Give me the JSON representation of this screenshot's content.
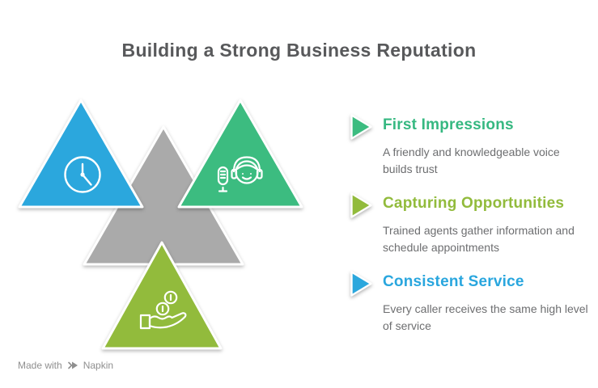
{
  "title": "Building a Strong Business Reputation",
  "colors": {
    "blue": "#2BA7DD",
    "green": "#3CBC80",
    "lime": "#92BB3C",
    "gray": "#AAAAAA",
    "title_text": "#58595B",
    "body_text": "#6D6E70",
    "legend_title_green": "#36B881",
    "legend_title_lime": "#92BB3C",
    "legend_title_blue": "#29A6DE",
    "watermark_text": "#8F8F8F",
    "icon_stroke": "#FFFFFF"
  },
  "diagram": {
    "triangles": [
      {
        "id": "center",
        "color": "#AAAAAA",
        "icon": null
      },
      {
        "id": "consistent-service",
        "color": "#2BA7DD",
        "icon": "clock-icon"
      },
      {
        "id": "first-impressions",
        "color": "#3CBC80",
        "icon": "headset-agent-icon"
      },
      {
        "id": "capturing-opportunities",
        "color": "#92BB3C",
        "icon": "hand-coins-icon"
      }
    ]
  },
  "legend": {
    "items": [
      {
        "title": "First Impressions",
        "description": "A friendly and knowledgeable voice builds trust",
        "color": "#3CBC80",
        "marker": "arrow-right-icon"
      },
      {
        "title": "Capturing Opportunities",
        "description": "Trained agents gather information and schedule appointments",
        "color": "#92BB3C",
        "marker": "arrow-right-icon"
      },
      {
        "title": "Consistent Service",
        "description": "Every caller receives the same high level of service",
        "color": "#2BA7DD",
        "marker": "arrow-right-icon"
      }
    ]
  },
  "watermark": {
    "prefix": "Made with",
    "brand": "Napkin",
    "icon": "napkin-logo-icon"
  }
}
